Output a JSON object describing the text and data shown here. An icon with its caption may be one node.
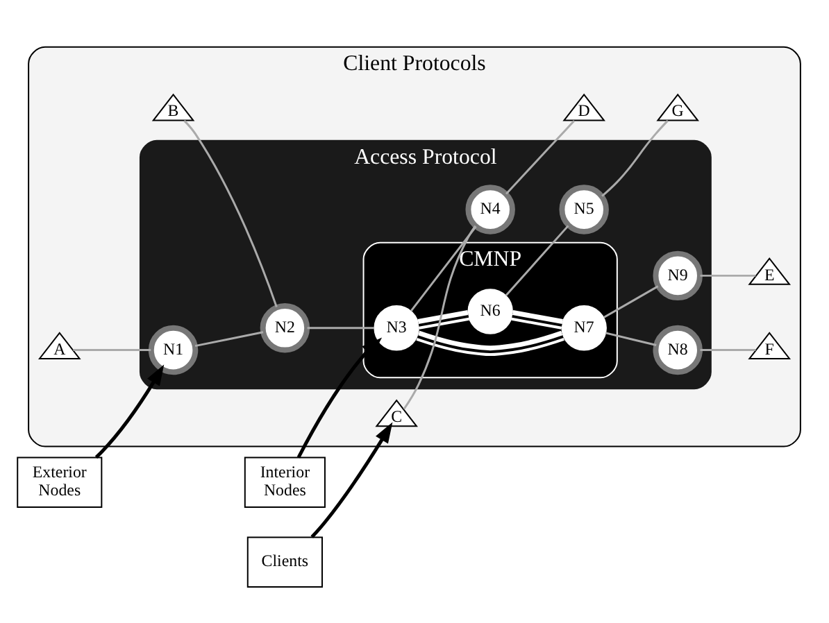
{
  "diagram": {
    "nodes": [
      {
        "text": [
          "Client Protocols"
        ]
      },
      {
        "text": [
          "Access Protocol"
        ],
        "in": 0
      },
      {
        "text": [
          "CMNP"
        ],
        "in": 1
      },
      {
        "text": [
          "Clients"
        ]
      },
      {
        "text": [
          "C"
        ],
        "in": 0
      },
      {
        "text": [
          "B"
        ],
        "in": 0
      },
      {
        "text": [
          "N2"
        ],
        "in": 1
      },
      {
        "text": [
          "N4"
        ],
        "in": 1
      },
      {
        "text": [
          "D"
        ],
        "in": 0
      },
      {
        "text": [
          "N3"
        ],
        "in": 2
      },
      {
        "text": [
          "A"
        ],
        "in": 0
      },
      {
        "text": [
          "N1"
        ],
        "in": 1
      },
      {
        "text": [
          "E"
        ],
        "in": 0
      },
      {
        "text": [
          "N7"
        ],
        "in": 2
      },
      {
        "text": [
          "N9"
        ],
        "in": 1
      },
      {
        "text": [
          "N6"
        ],
        "in": 2
      },
      {
        "text": [
          "Exterior Nodes"
        ]
      },
      {
        "text": [
          "N8"
        ],
        "in": 1
      },
      {
        "text": [
          "N5"
        ],
        "in": 1
      },
      {
        "text": [
          "Interior Nodes"
        ]
      },
      {
        "text": [
          "F"
        ],
        "in": 0
      },
      {
        "text": [
          "G"
        ],
        "in": 0
      }
    ],
    "edges": [
      {
        "from": 10,
        "to": 11,
        "arrow": "none"
      },
      {
        "from": 11,
        "to": 6,
        "arrow": "none"
      },
      {
        "from": 5,
        "to": 6,
        "arrow": "none"
      },
      {
        "from": 6,
        "to": 9,
        "arrow": "none"
      },
      {
        "from": 9,
        "to": 7,
        "arrow": "none"
      },
      {
        "from": 4,
        "to": 7,
        "arrow": "none"
      },
      {
        "from": 7,
        "to": 8,
        "arrow": "none"
      },
      {
        "from": 9,
        "to": 13,
        "arrow": "none",
        "style": "thick"
      },
      {
        "from": 9,
        "to": 15,
        "arrow": "none",
        "style": "thick"
      },
      {
        "from": 15,
        "to": 13,
        "arrow": "none",
        "style": "thick"
      },
      {
        "from": 13,
        "to": 14,
        "arrow": "none"
      },
      {
        "from": 14,
        "to": 12,
        "arrow": "none"
      },
      {
        "from": 13,
        "to": 17,
        "arrow": "none"
      },
      {
        "from": 17,
        "to": 20,
        "arrow": "none"
      },
      {
        "from": 15,
        "to": 18,
        "arrow": "none"
      },
      {
        "from": 18,
        "to": 21,
        "arrow": "none"
      },
      {
        "from": 3,
        "to": 4,
        "arrow": "to",
        "color": "#000000"
      },
      {
        "from": 16,
        "to": 11,
        "arrow": "to",
        "color": "#000000"
      },
      {
        "from": 19,
        "to": 9,
        "arrow": "to",
        "color": "#000000"
      }
    ]
  }
}
